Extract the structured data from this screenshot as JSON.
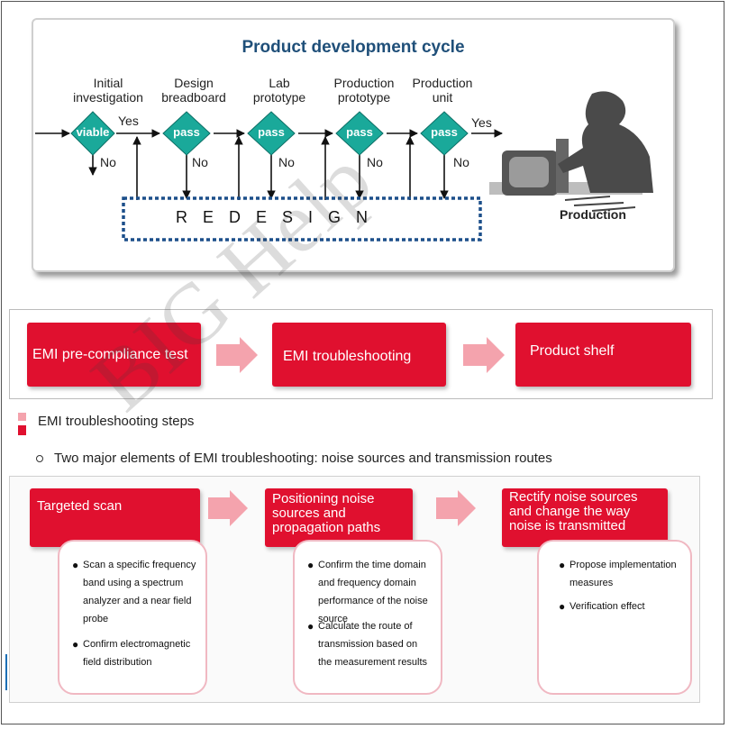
{
  "cycle": {
    "title": "Product development cycle",
    "stages": [
      {
        "label_line1": "Initial",
        "label_line2": "investigation",
        "diamond": "viable",
        "yes": "Yes",
        "no": "No"
      },
      {
        "label_line1": "Design",
        "label_line2": "breadboard",
        "diamond": "pass",
        "no": "No"
      },
      {
        "label_line1": "Lab",
        "label_line2": "prototype",
        "diamond": "pass",
        "no": "No"
      },
      {
        "label_line1": "Production",
        "label_line2": "prototype",
        "diamond": "pass",
        "no": "No"
      },
      {
        "label_line1": "Production",
        "label_line2": "unit",
        "diamond": "pass",
        "yes": "Yes",
        "no": "No"
      }
    ],
    "redesign": "REDESIGN",
    "production_label": "Production"
  },
  "flow": {
    "boxes": [
      "EMI pre-compliance test",
      "EMI troubleshooting",
      "Product shelf"
    ]
  },
  "section": {
    "heading": "EMI troubleshooting steps",
    "subheading": "Two major elements of EMI troubleshooting: noise sources and transmission routes"
  },
  "steps": [
    {
      "title_lines": [
        "Targeted scan"
      ],
      "items": [
        [
          "Scan a specific frequency",
          "band using a spectrum",
          "analyzer and a near field",
          "probe"
        ],
        [
          "Confirm electromagnetic",
          "field distribution"
        ]
      ]
    },
    {
      "title_lines": [
        "Positioning noise",
        "sources  and",
        "propagation paths"
      ],
      "items": [
        [
          "Confirm the time domain",
          "and frequency domain",
          "performance of the noise",
          "source"
        ],
        [
          "Calculate the route of",
          "transmission based on",
          "the measurement results"
        ]
      ]
    },
    {
      "title_lines": [
        "Rectify noise sources",
        "and change the way",
        "noise is transmitted"
      ],
      "items": [
        [
          "Propose implementation",
          "measures"
        ],
        [
          "Verification effect"
        ]
      ]
    }
  ],
  "watermark": "BIG Help",
  "colors": {
    "accent_red": "#e0102f",
    "diamond_teal": "#1aa99a",
    "title_blue": "#1f4f79",
    "redesign_blue": "#1c4f8a",
    "arrow_pink": "#f4a3ad"
  }
}
